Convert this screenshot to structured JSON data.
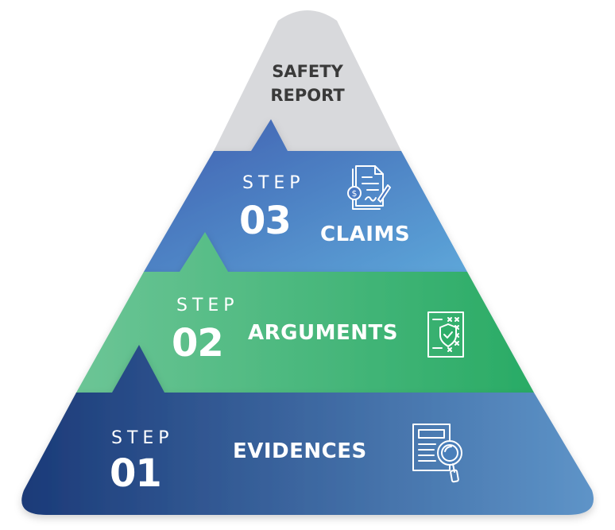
{
  "pyramid": {
    "top": {
      "line1": "SAFETY",
      "line2": "REPORT",
      "color": "#d8d9dc",
      "text_color": "#3a3a3a"
    },
    "tiers": [
      {
        "step_word": "STEP",
        "step_number": "03",
        "title": "CLAIMS",
        "icon": "invoice-document-icon",
        "color_dark": "#3f63b3",
        "color_light": "#5a9fd6"
      },
      {
        "step_word": "STEP",
        "step_number": "02",
        "title": "ARGUMENTS",
        "icon": "shield-checklist-icon",
        "color_dark": "#5cc08e",
        "color_light": "#2fae6a"
      },
      {
        "step_word": "STEP",
        "step_number": "01",
        "title": "EVIDENCES",
        "icon": "document-magnifier-icon",
        "color_dark": "#1d3d7a",
        "color_light": "#5b8ec6"
      }
    ]
  }
}
